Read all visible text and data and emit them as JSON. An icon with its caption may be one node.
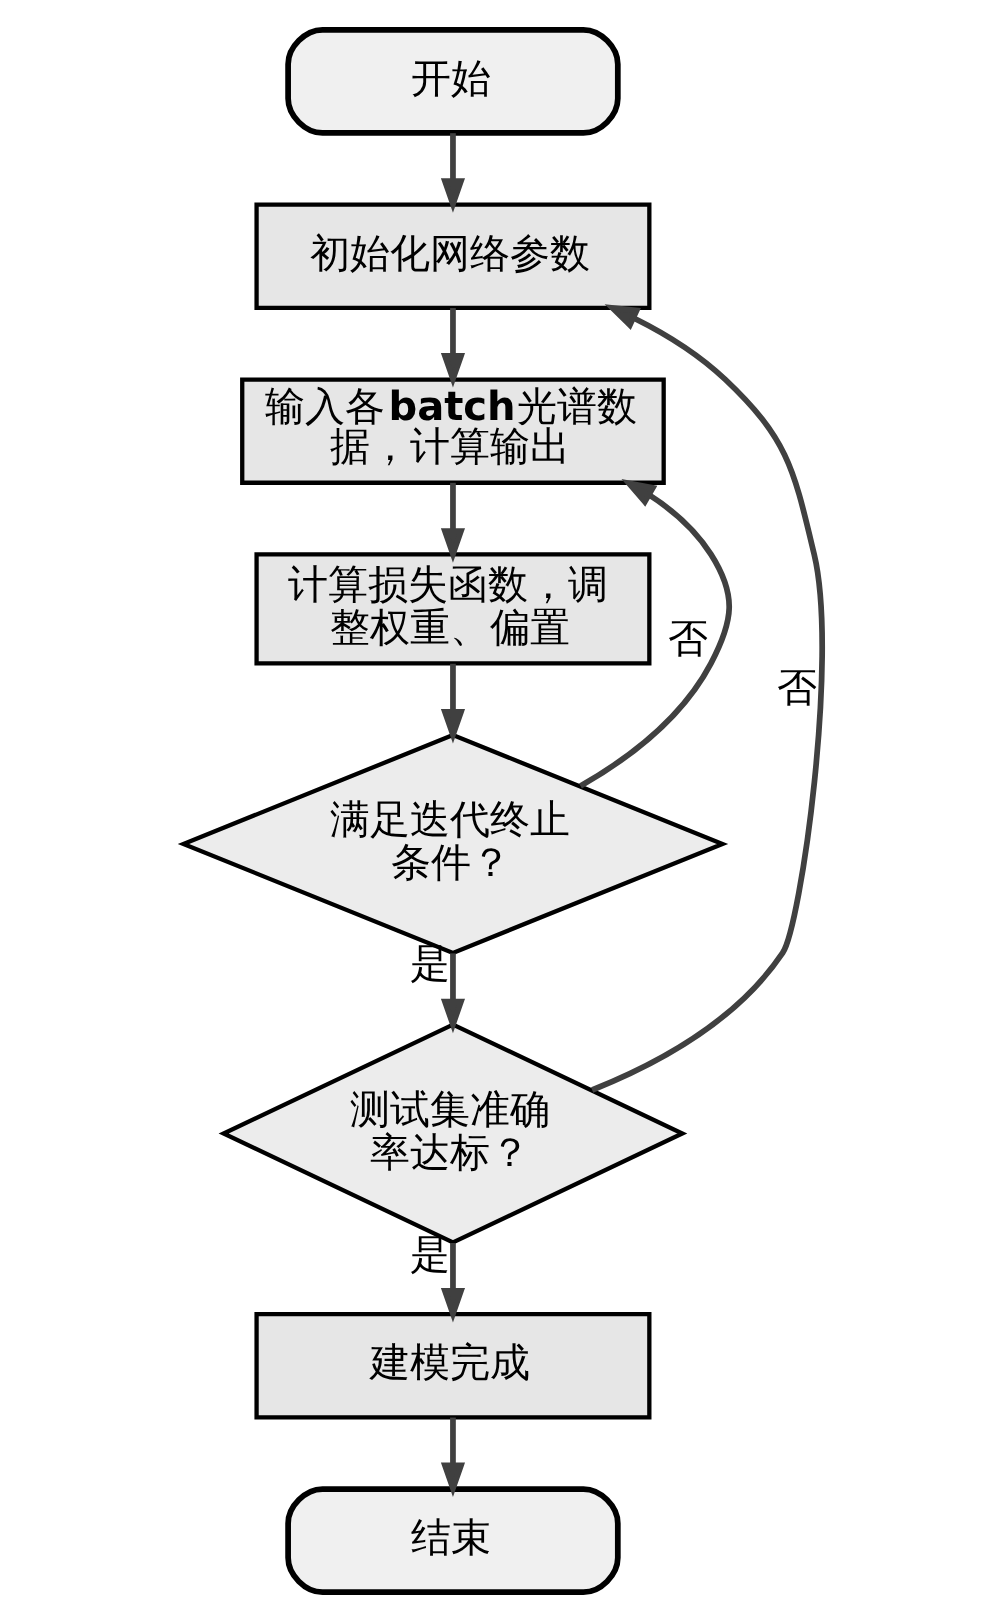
{
  "diagram": {
    "nodes": [
      {
        "text": [
          "开始"
        ]
      },
      {
        "text": [
          "初始化网络参数"
        ]
      },
      {
        "text": [
          "输入各**batch**光谱数据，计算输出"
        ]
      },
      {
        "text": [
          "计算损失函数，调整权重、偏置"
        ]
      },
      {
        "text": [
          "满足迭代终止条件？"
        ]
      },
      {
        "text": [
          "测试集准确率达标？"
        ]
      },
      {
        "text": [
          "建模完成"
        ]
      },
      {
        "text": [
          "结束"
        ]
      }
    ],
    "edges": [
      {
        "from": 0,
        "to": 1,
        "arrow": "to"
      },
      {
        "from": 1,
        "to": 2,
        "arrow": "to"
      },
      {
        "from": 2,
        "to": 3,
        "arrow": "to"
      },
      {
        "from": 3,
        "to": 4,
        "arrow": "to"
      },
      {
        "from": 4,
        "to": 2,
        "arrow": "to",
        "label": "否"
      },
      {
        "from": 4,
        "to": 5,
        "arrow": "to",
        "label": "是"
      },
      {
        "from": 5,
        "to": 1,
        "arrow": "to",
        "label": "否"
      },
      {
        "from": 5,
        "to": 6,
        "arrow": "to",
        "label": "是"
      },
      {
        "from": 6,
        "to": 7,
        "arrow": "to"
      }
    ]
  }
}
